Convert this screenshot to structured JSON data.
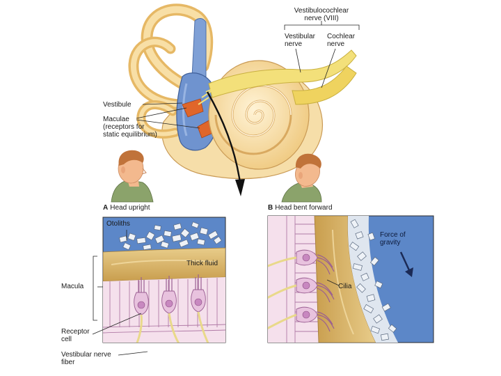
{
  "labels": {
    "vestibulocochlear_nerve": [
      "Vestibulocochlear",
      "nerve (VIII)"
    ],
    "vestibular_nerve": [
      "Vestibular",
      "nerve"
    ],
    "cochlear_nerve": [
      "Cochlear",
      "nerve"
    ],
    "vestibule": "Vestibule",
    "maculae": [
      "Maculae",
      "(receptors for",
      "static equilibrium)"
    ],
    "otoliths": "Otoliths",
    "thick_fluid": "Thick fluid",
    "macula": "Macula",
    "receptor_cell": [
      "Receptor",
      "cell"
    ],
    "vestibular_nerve_fiber": [
      "Vestibular nerve",
      "fiber"
    ],
    "force_of_gravity": [
      "Force of",
      "gravity"
    ],
    "cilia": "Cilia"
  },
  "panels": {
    "a": {
      "letter": "A",
      "title": "Head upright"
    },
    "b": {
      "letter": "B",
      "title": "Head bent forward"
    }
  },
  "colors": {
    "ear_bone": "#f4d79a",
    "ear_shade": "#e7b86a",
    "vestibule_blue": "#6f93cf",
    "macula_orange": "#e0662a",
    "nerve_yellow": "#f3e07a",
    "panel_bg": "#5c87c8",
    "cell_pink": "#e8c2de",
    "nucleus": "#c888c0",
    "gel": "#d9b870",
    "skin": "#f3b98e",
    "hair": "#c0733a",
    "shirt": "#8ba36b"
  }
}
